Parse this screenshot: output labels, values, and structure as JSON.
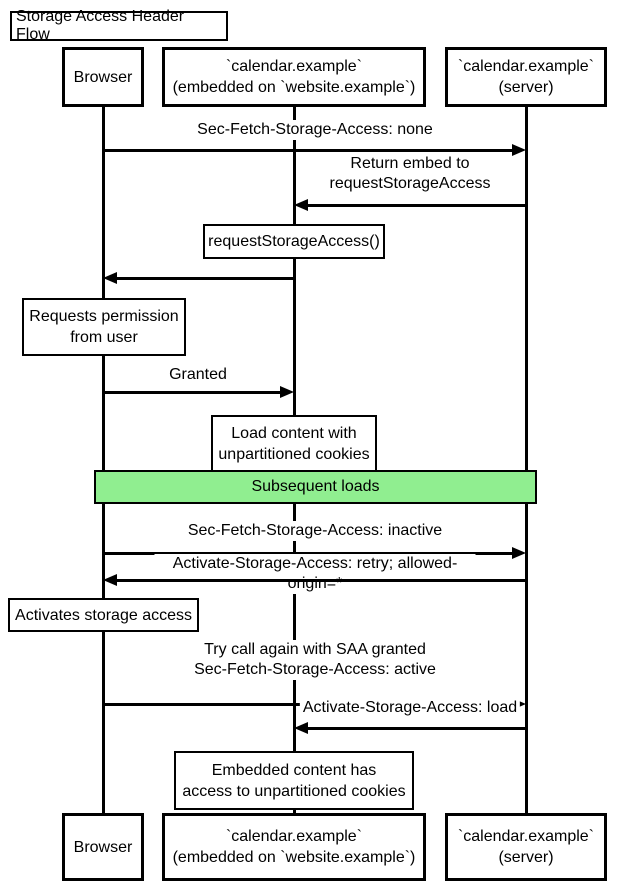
{
  "diagram": {
    "title": "Storage Access Header Flow"
  },
  "actors": {
    "browser": "Browser",
    "embed": "`calendar.example`\n(embedded on `website.example`)",
    "server": "`calendar.example`\n(server)"
  },
  "messages": {
    "sec_fetch_none": "Sec-Fetch-Storage-Access: none",
    "return_embed": "Return embed to\nrequestStorageAccess",
    "granted": "Granted",
    "sec_fetch_inactive": "Sec-Fetch-Storage-Access: inactive",
    "activate_retry": "Activate-Storage-Access: retry; allowed-origin=*",
    "try_again": "Try call again with SAA granted\nSec-Fetch-Storage-Access: active",
    "activate_load": "Activate-Storage-Access: load"
  },
  "notes": {
    "request_storage_access": "requestStorageAccess()",
    "requests_permission": "Requests permission\nfrom user",
    "load_content": "Load content with\nunpartitioned cookies",
    "activates_storage": "Activates storage access",
    "embedded_access": "Embedded content has\naccess to unpartitioned cookies"
  },
  "section": {
    "label": "Subsequent loads",
    "color": "#90ee90"
  },
  "colors": {
    "line": "#000000",
    "box_fill": "#ffffff",
    "section_fill": "#90ee90",
    "text": "#000000"
  }
}
